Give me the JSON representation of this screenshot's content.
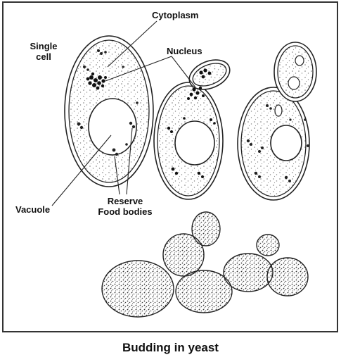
{
  "labels": {
    "single_cell_line1": "Single",
    "single_cell_line2": "cell",
    "cytoplasm": "Cytoplasm",
    "nucleus": "Nucleus",
    "vacuole": "Vacuole",
    "reserve_line1": "Reserve",
    "reserve_line2": "Food bodies"
  },
  "caption": "Budding in yeast",
  "colors": {
    "ink": "#222222",
    "frame": "#333333",
    "background": "#ffffff"
  }
}
